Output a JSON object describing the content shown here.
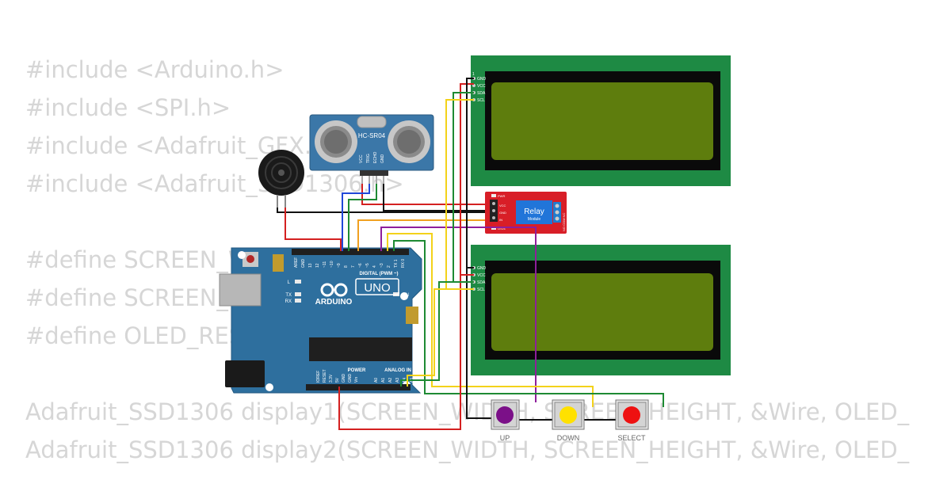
{
  "code_lines": [
    "#include <Arduino.h>",
    "#include <SPI.h>",
    "#include <Adafruit_GFX.h>",
    "#include <Adafruit_SSD1306.h>",
    "",
    "#define SCREEN_WIDTH 128",
    "#define SCREEN_HEIGHT 64",
    "#define OLED_RESET -1",
    "",
    "Adafruit_SSD1306 display1(SCREEN_WIDTH, SCREEN_HEIGHT, &Wire, OLED_",
    "Adafruit_SSD1306 display2(SCREEN_WIDTH, SCREEN_HEIGHT, &Wire, OLED_"
  ],
  "sensor": {
    "label": "HC-SR04",
    "pins": [
      "VCC",
      "TRIG",
      "ECHO",
      "GND"
    ]
  },
  "lcd_pins": [
    "GND",
    "VCC",
    "SDA",
    "SCL"
  ],
  "lcd_pin_one": "1",
  "relay": {
    "label": "Relay",
    "sublabel": "Module",
    "pins": [
      "VCC",
      "GND",
      "IN"
    ],
    "leds": [
      "PWR",
      "LED1"
    ],
    "terminals": "NO COM NC"
  },
  "arduino": {
    "brand": "ARDUINO",
    "model": "UNO",
    "digital_label": "DIGITAL (PWM ~)",
    "power_label": "POWER",
    "analog_label": "ANALOG IN",
    "top_pins": [
      "AREF",
      "GND",
      "13",
      "12",
      "~11",
      "~10",
      "~9",
      "8",
      "7",
      "~6",
      "~5",
      "4",
      "~3",
      "2",
      "TX 1",
      "RX 0"
    ],
    "bottom_pins": [
      "IOREF",
      "RESET",
      "3.3V",
      "5V",
      "GND",
      "GND",
      "Vin",
      "A0",
      "A1",
      "A2",
      "A3",
      "A4",
      "A5"
    ],
    "led_labels": [
      "L",
      "TX",
      "RX"
    ],
    "on_label": "ON"
  },
  "buttons": [
    {
      "label": "UP",
      "color": "#7b1088"
    },
    {
      "label": "DOWN",
      "color": "#ffe100"
    },
    {
      "label": "SELECT",
      "color": "#ee1111"
    }
  ],
  "colors": {
    "pcb": "#2e6f9e",
    "lcd_frame": "#1e8a44",
    "lcd_screen": "#5e7d0d",
    "relay": "#d81e27",
    "sensor": "#3b77a8"
  }
}
